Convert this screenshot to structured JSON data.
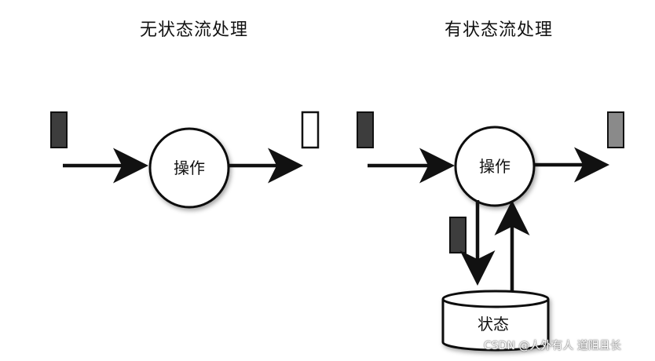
{
  "diagram": {
    "stateless": {
      "title": "无状态流处理",
      "operation_label": "操作"
    },
    "stateful": {
      "title": "有状态流处理",
      "operation_label": "操作",
      "state_label": "状态"
    },
    "colors": {
      "event_dark": "#3d3d3d",
      "event_empty": "#ffffff",
      "event_gray": "#8a8a8a",
      "stroke": "#111111"
    }
  },
  "watermark": "CSDN @人外有人 道阻且长"
}
